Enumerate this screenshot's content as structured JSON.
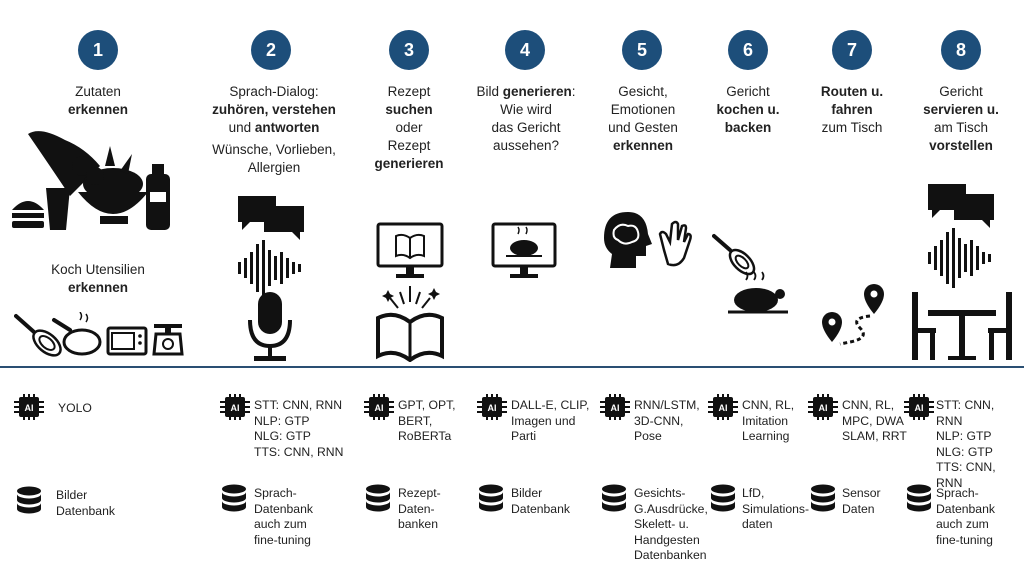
{
  "steps": [
    {
      "num": "1",
      "t1": "Zutaten",
      "t2": "erkennen",
      "sub1": "Koch Utensilien",
      "sub2": "erkennen",
      "model": [
        "YOLO"
      ],
      "data": [
        "Bilder",
        "Datenbank"
      ]
    },
    {
      "num": "2",
      "t1": "Sprach-Dialog:",
      "t2a": "zuhören, verstehen",
      "t3a": "und ",
      "t3b": "antworten",
      "t4": "Wünsche, Vorlieben,",
      "t5": "Allergien",
      "model": [
        "STT: CNN, RNN",
        "NLP: GTP",
        "NLG: GTP",
        "TTS: CNN, RNN"
      ],
      "data": [
        "Sprach-",
        "Datenbank",
        "auch zum",
        "fine-tuning"
      ]
    },
    {
      "num": "3",
      "t1": "Rezept",
      "t2": "suchen",
      "t3": "oder",
      "t4": "Rezept",
      "t5": "generieren",
      "model": [
        "GPT, OPT,",
        "BERT,",
        "RoBERTa"
      ],
      "data": [
        "Rezept-",
        "Daten-",
        "banken"
      ]
    },
    {
      "num": "4",
      "t1a": "Bild ",
      "t1b": "generieren",
      "t1c": ":",
      "t2": "Wie wird",
      "t3": "das Gericht",
      "t4": "aussehen?",
      "model": [
        "DALL-E, CLIP,",
        "Imagen und",
        "Parti"
      ],
      "data": [
        "Bilder",
        "Datenbank"
      ]
    },
    {
      "num": "5",
      "t1": "Gesicht,",
      "t2": "Emotionen",
      "t3": "und Gesten",
      "t4": "erkennen",
      "model": [
        "RNN/LSTM,",
        "3D-CNN,",
        "Pose"
      ],
      "data": [
        "Gesichts-",
        "G.Ausdrücke,",
        "Skelett- u.",
        "Handgesten",
        "Datenbanken"
      ]
    },
    {
      "num": "6",
      "t1": "Gericht",
      "t2": "kochen u.",
      "t3": "backen",
      "model": [
        "CNN, RL,",
        "Imitation",
        "Learning"
      ],
      "data": [
        "LfD,",
        "Simulations-",
        "daten"
      ]
    },
    {
      "num": "7",
      "t1": "Routen u.",
      "t2": "fahren",
      "t3": "zum Tisch",
      "model": [
        "CNN, RL,",
        "MPC, DWA",
        "SLAM, RRT"
      ],
      "data": [
        "Sensor",
        "Daten"
      ]
    },
    {
      "num": "8",
      "t1": "Gericht",
      "t2": "servieren u.",
      "t3": "am Tisch",
      "t4": "vorstellen",
      "model": [
        "STT: CNN, RNN",
        "NLP: GTP",
        "NLG: GTP",
        "TTS: CNN, RNN"
      ],
      "data": [
        "Sprach-",
        "Datenbank",
        "auch zum",
        "fine-tuning"
      ]
    }
  ],
  "chip_label": "AI",
  "colors": {
    "badge": "#1d4e7a",
    "divider": "#2a4f73",
    "icon": "#111111"
  }
}
